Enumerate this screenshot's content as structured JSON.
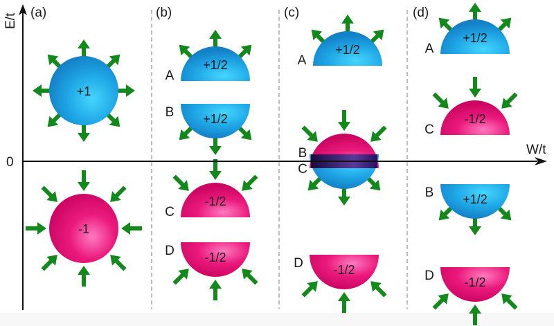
{
  "axes": {
    "y_label": "E/t",
    "x_label": "W/t",
    "origin_label": "0"
  },
  "colors": {
    "positive": "#1a9be0",
    "positive_highlight": "#3fd0fb",
    "negative": "#e0106e",
    "negative_highlight": "#ff6ab4",
    "overlap": "#3a1a6a",
    "arrow": "#13891c",
    "axis": "#111111",
    "divider": "#aaaaaa"
  },
  "panels": [
    {
      "id": "a",
      "label": "(a)",
      "items": [
        {
          "shape": "sphere",
          "charge": "+1",
          "sign": "positive",
          "arrows": "outward",
          "position": "above-zero"
        },
        {
          "shape": "sphere",
          "charge": "-1",
          "sign": "negative",
          "arrows": "inward",
          "position": "below-zero"
        }
      ]
    },
    {
      "id": "b",
      "label": "(b)",
      "items": [
        {
          "shape": "upper-dome",
          "tag": "A",
          "charge": "+1/2",
          "sign": "positive",
          "arrows": "outward"
        },
        {
          "shape": "lower-dome",
          "tag": "B",
          "charge": "+1/2",
          "sign": "positive",
          "arrows": "outward"
        },
        {
          "shape": "upper-dome",
          "tag": "C",
          "charge": "-1/2",
          "sign": "negative",
          "arrows": "inward"
        },
        {
          "shape": "lower-dome",
          "tag": "D",
          "charge": "-1/2",
          "sign": "negative",
          "arrows": "inward"
        }
      ]
    },
    {
      "id": "c",
      "label": "(c)",
      "items": [
        {
          "shape": "upper-dome",
          "tag": "A",
          "charge": "+1/2",
          "sign": "positive",
          "arrows": "outward"
        },
        {
          "shape": "overlap",
          "tags": [
            "B",
            "C"
          ],
          "top_sign": "negative",
          "bottom_sign": "positive",
          "top_arrows": "inward",
          "bottom_arrows": "outward"
        },
        {
          "shape": "lower-dome",
          "tag": "D",
          "charge": "-1/2",
          "sign": "negative",
          "arrows": "inward"
        }
      ]
    },
    {
      "id": "d",
      "label": "(d)",
      "items": [
        {
          "shape": "upper-dome",
          "tag": "A",
          "charge": "+1/2",
          "sign": "positive",
          "arrows": "outward"
        },
        {
          "shape": "upper-dome",
          "tag": "C",
          "charge": "-1/2",
          "sign": "negative",
          "arrows": "inward"
        },
        {
          "shape": "lower-dome",
          "tag": "B",
          "charge": "+1/2",
          "sign": "positive",
          "arrows": "outward"
        },
        {
          "shape": "lower-dome",
          "tag": "D",
          "charge": "-1/2",
          "sign": "negative",
          "arrows": "inward"
        }
      ]
    }
  ]
}
